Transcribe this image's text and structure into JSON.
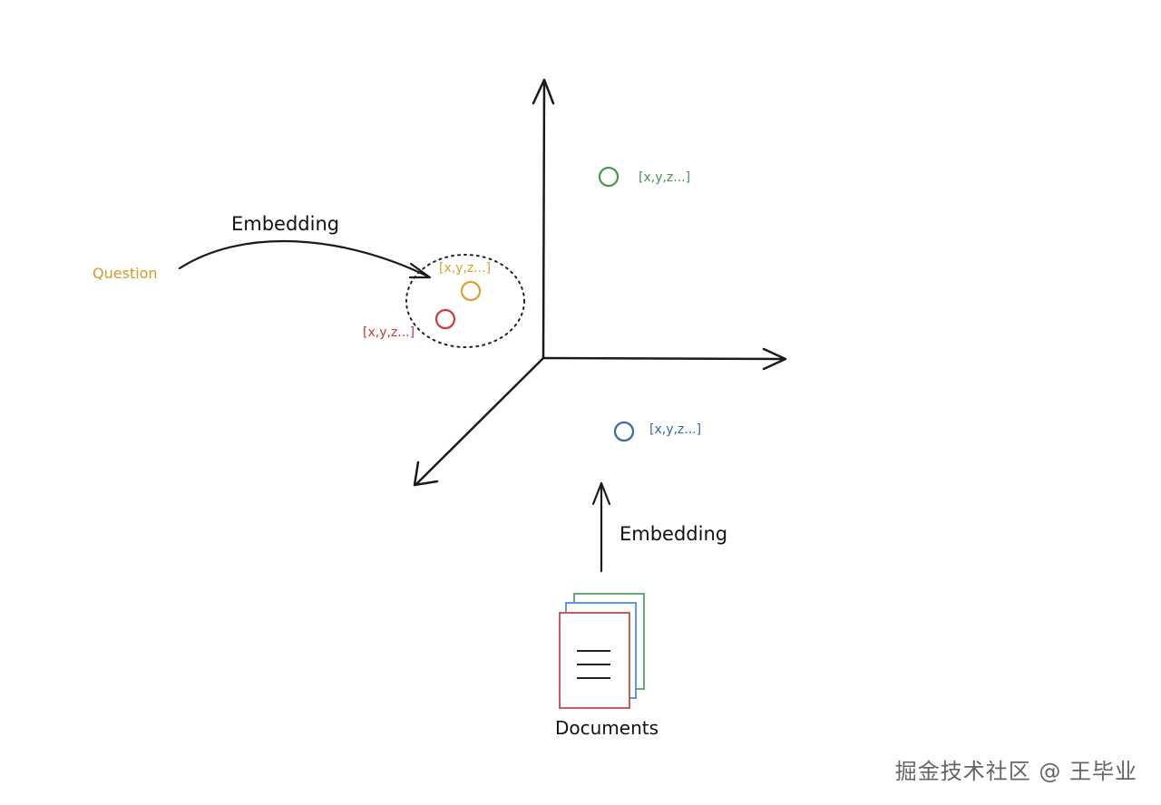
{
  "labels": {
    "question": "Question",
    "embedding_top": "Embedding",
    "embedding_bottom": "Embedding",
    "documents": "Documents",
    "vector_green": "[x,y,z...]",
    "vector_orange": "[x,y,z...]",
    "vector_red": "[x,y,z...]",
    "vector_blue": "[x,y,z...]"
  },
  "watermark": "掘金技术社区 @ 王毕业",
  "colors": {
    "ink": "#1a1a1a",
    "question": "#d39a2a",
    "green": "#3f9a4c",
    "orange": "#d4a32b",
    "red": "#c83a3d",
    "blue": "#2f69a8",
    "doc_front": "#c94a4a",
    "doc_middle": "#4d8ed6",
    "doc_back": "#57a26a"
  }
}
